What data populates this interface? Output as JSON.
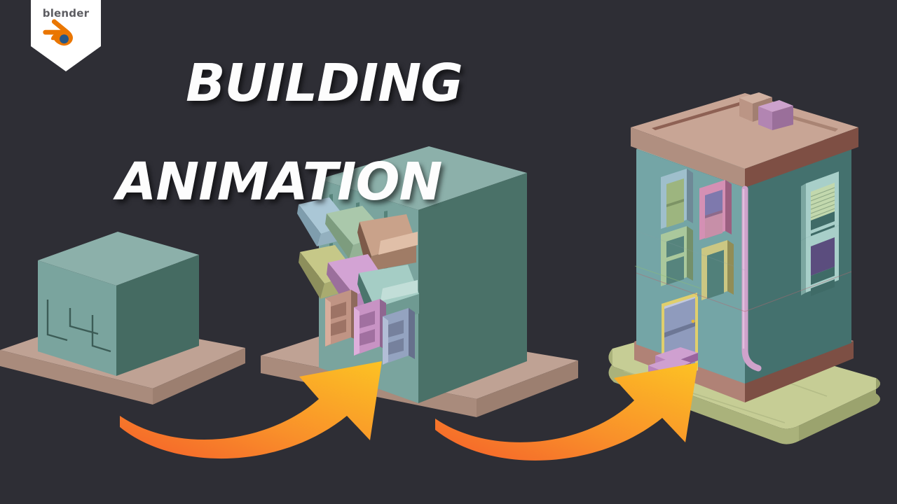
{
  "theme": {
    "background": "#2e2e35",
    "title_color": "#fdfdfd",
    "brand_orange": "#ea7600",
    "brand_blue": "#265787",
    "badge_white": "#ffffff",
    "arrow_tail": "#f4602a",
    "arrow_head": "#fcc224",
    "wall_light_teal": "#7ea8a2",
    "wall_dark_teal": "#456b62",
    "wall_front_teal": "#6a9b9a",
    "base_tan": "#b09385",
    "base_tan_dark": "#9a7c6d",
    "lawn_green": "#c4cb92",
    "roof_tan": "#c2a091"
  },
  "brand": {
    "logo_wordmark": "blender",
    "logo_icon": "blender-logo-icon",
    "badge_shape": "shield-badge"
  },
  "title": {
    "line1": "BUILDING",
    "line2": "ANIMATION"
  },
  "scene": {
    "caption": "Three stage building modeling progression",
    "stages": [
      {
        "index": 1,
        "name": "block-out-cube",
        "label": "Stage 1 - base cube block-out",
        "elements": [
          "teal-cube",
          "tan-base-plate",
          "boolean-cut-lines"
        ]
      },
      {
        "index": 2,
        "name": "panels-flying-in",
        "label": "Stage 2 - windows and doors animating in",
        "elements": [
          "teal-box",
          "tan-base-plate",
          "flying-window-panels",
          "placed-window-frames"
        ],
        "panel_colors": [
          "#a8c6d4",
          "#a9c5ab",
          "#c49b84",
          "#c3c584",
          "#c89ecb",
          "#9ec9c2"
        ],
        "placed_frame_colors": [
          "#c09484",
          "#c493c2",
          "#94a3c0"
        ]
      },
      {
        "index": 3,
        "name": "finished-building",
        "label": "Stage 3 - finished shaded building",
        "elements": [
          "roof-slab",
          "two-chimneys",
          "front-windows",
          "side-windows",
          "front-door",
          "stoop-steps",
          "drain-pipe",
          "foundation-trim",
          "lawn-plate"
        ],
        "front_window_frames": [
          "#9ab8c6",
          "#d48fb3",
          "#a9c89c",
          "#c9c583"
        ],
        "side_window_frames": [
          "#a8cfc9",
          "#a8cfc9"
        ],
        "door_frame": "#e0cf6d",
        "door_panel": "#8f9bbd",
        "steps_color": "#b883bb",
        "pipe_color": "#cfa2cb",
        "chimneys": [
          "#c3a393",
          "#bd8cbd"
        ]
      }
    ],
    "arrows": [
      {
        "name": "progress-arrow-1",
        "from_stage": 1,
        "to_stage": 2
      },
      {
        "name": "progress-arrow-2",
        "from_stage": 2,
        "to_stage": 3
      }
    ]
  }
}
